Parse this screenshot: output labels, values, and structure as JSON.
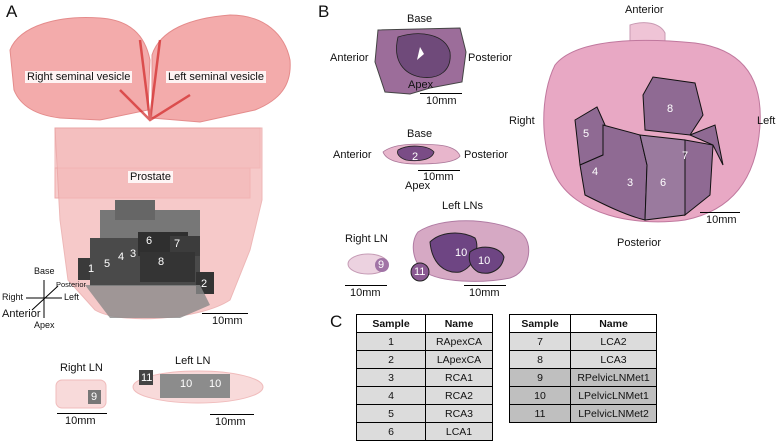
{
  "panels": {
    "a": "A",
    "b": "B",
    "c": "C"
  },
  "panelA": {
    "right_sv": "Right seminal vesicle",
    "left_sv": "Left seminal vesicle",
    "prostate": "Prostate",
    "scale_main": "10mm",
    "samples": [
      "1",
      "2",
      "3",
      "4",
      "5",
      "6",
      "7",
      "8"
    ],
    "axes": {
      "base": "Base",
      "posterior": "Posterior",
      "right": "Right",
      "left": "Left",
      "anterior": "Anterior",
      "apex": "Apex"
    },
    "right_ln": "Right LN",
    "left_ln": "Left LN",
    "ln_samples": [
      "9",
      "10",
      "10",
      "11"
    ],
    "scale_rln": "10mm",
    "scale_lln": "10mm"
  },
  "panelB": {
    "s1": {
      "base": "Base",
      "anterior": "Anterior",
      "posterior": "Posterior",
      "apex": "Apex",
      "scale": "10mm"
    },
    "s2": {
      "base": "Base",
      "anterior": "Anterior",
      "posterior": "Posterior",
      "apex": "Apex",
      "scale": "10mm",
      "sample": "2"
    },
    "right_ln": "Right LN",
    "left_lns": "Left LNs",
    "ln_samples": [
      "9",
      "10",
      "10",
      "11"
    ],
    "scale_rln": "10mm",
    "scale_lln": "10mm",
    "big": {
      "anterior": "Anterior",
      "right": "Right",
      "left": "Left",
      "posterior": "Posterior",
      "scale": "10mm",
      "samples": [
        "8",
        "5",
        "7",
        "4",
        "3",
        "6"
      ]
    }
  },
  "table": {
    "headers": [
      "Sample",
      "Name"
    ],
    "left_rows": [
      [
        "1",
        "RApexCA"
      ],
      [
        "2",
        "LApexCA"
      ],
      [
        "3",
        "RCA1"
      ],
      [
        "4",
        "RCA2"
      ],
      [
        "5",
        "RCA3"
      ],
      [
        "6",
        "LCA1"
      ]
    ],
    "right_rows": [
      [
        "7",
        "LCA2"
      ],
      [
        "8",
        "LCA3"
      ],
      [
        "9",
        "RPelvicLNMet1"
      ],
      [
        "10",
        "LPelvicLNMet1"
      ],
      [
        "11",
        "LPelvicLNMet2"
      ]
    ]
  }
}
